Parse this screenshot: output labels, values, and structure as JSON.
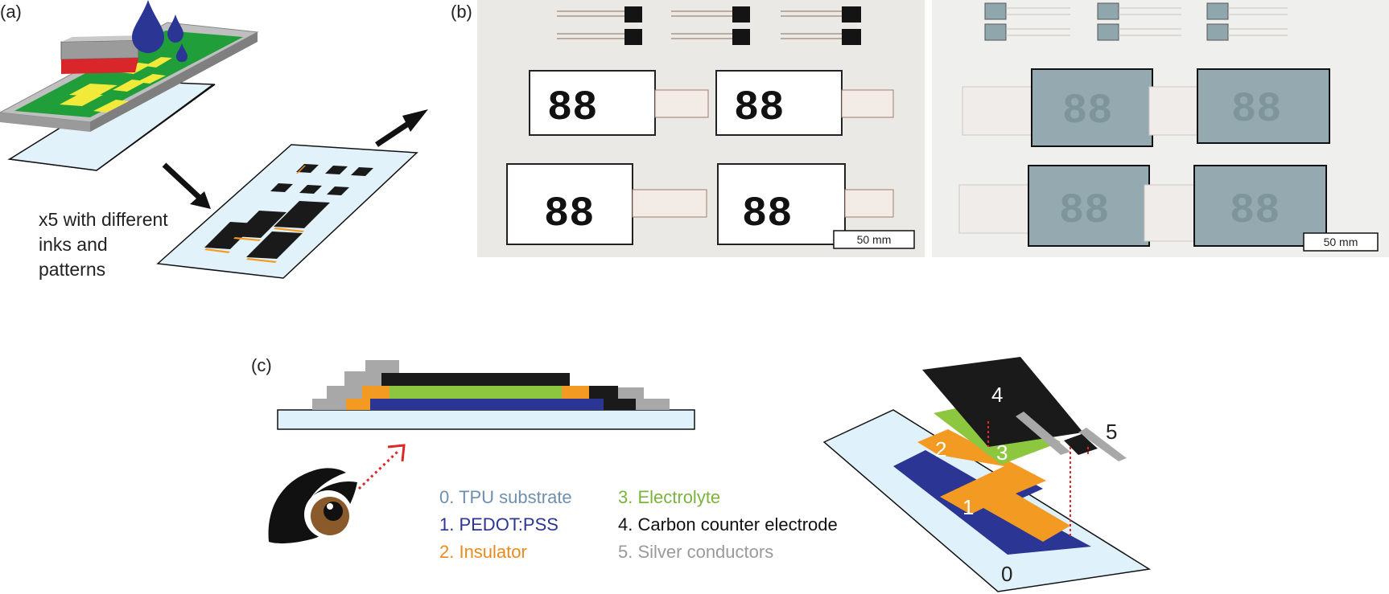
{
  "panel_a": {
    "label": "(a)",
    "caption_lines": [
      "x5 with different",
      "inks and",
      "patterns"
    ]
  },
  "panel_b": {
    "label": "(b)",
    "scale_bar_left": "50 mm",
    "scale_bar_right": "50 mm"
  },
  "panel_c": {
    "label": "(c)",
    "legend": [
      {
        "text": "0. TPU substrate",
        "color": "#6f8fae"
      },
      {
        "text": "1. PEDOT:PSS",
        "color": "#2b3593"
      },
      {
        "text": "2. Insulator",
        "color": "#e98a1f"
      },
      {
        "text": "3. Electrolyte",
        "color": "#7ab43a"
      },
      {
        "text": "4. Carbon counter electrode",
        "color": "#111111"
      },
      {
        "text": "5. Silver conductors",
        "color": "#9a9a9a"
      }
    ],
    "layer_numbers": [
      "0",
      "1",
      "2",
      "3",
      "4",
      "5"
    ]
  },
  "colors": {
    "tpu": "#dff1fa",
    "pedot": "#2b3593",
    "insulator": "#f39a23",
    "electrolyte": "#8dc63f",
    "carbon": "#1a1a1a",
    "silver": "#a8a8a8",
    "stencil_green": "#1f9e3a",
    "stencil_yellow": "#f2ea3a",
    "squeegee_red": "#d8262b",
    "ink_blue": "#2b3593",
    "photo_bg": "#e9e7e4"
  }
}
